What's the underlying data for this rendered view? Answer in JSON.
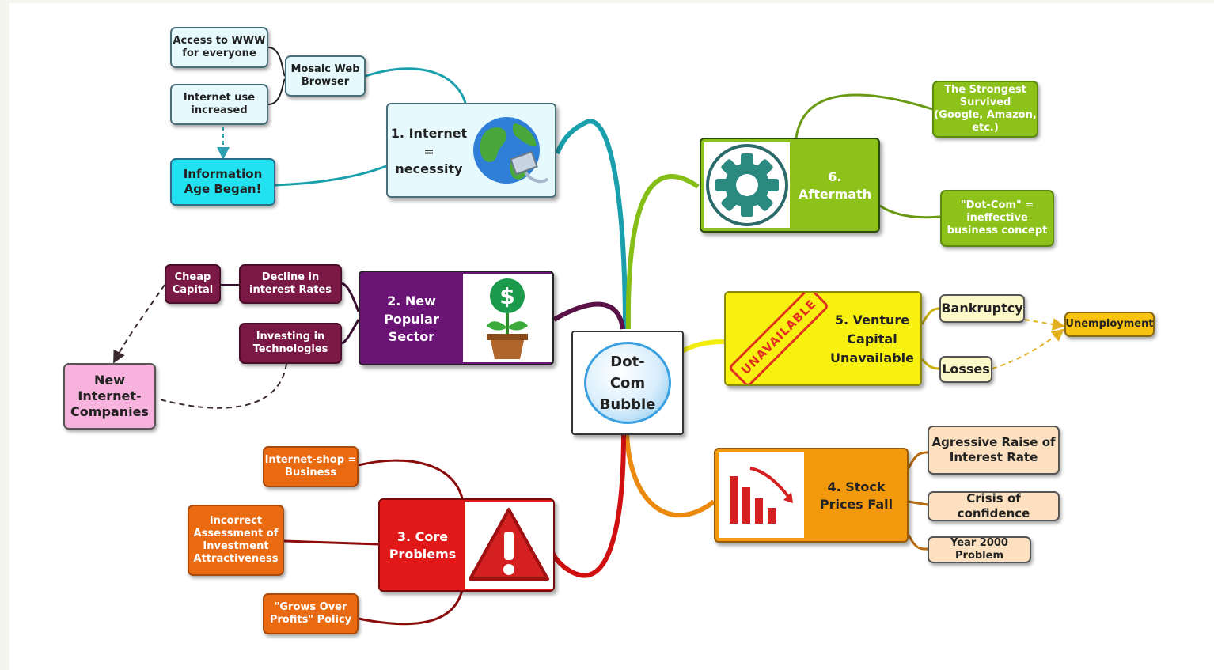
{
  "center": {
    "label": "Dot-Com Bubble"
  },
  "branches": {
    "internet": {
      "title": "1. Internet = necessity",
      "icon": "globe-icon",
      "children": {
        "mosaic": "Mosaic Web Browser",
        "access": "Access to WWW for everyone",
        "use": "Internet use increased",
        "info_age": "Information Age Began!"
      }
    },
    "sector": {
      "title": "2. New Popular Sector",
      "icon": "money-plant-icon",
      "children": {
        "decline": "Decline in interest Rates",
        "cheap": "Cheap Capital",
        "investing": "Investing in Technologies",
        "new_companies": "New Internet-Companies"
      }
    },
    "core": {
      "title": "3. Core Problems",
      "icon": "warning-icon",
      "children": {
        "shop": "Internet-shop = Business",
        "incorrect": "Incorrect Assessment of Investment Attractiveness",
        "grows": "\"Grows Over Profits\" Policy"
      }
    },
    "stock": {
      "title": "4. Stock Prices Fall",
      "icon": "falling-chart-icon",
      "children": {
        "raise": "Agressive Raise of Interest Rate",
        "crisis": "Crisis of confidence",
        "y2k": "Year 2000 Problem"
      }
    },
    "venture": {
      "title": "5. Venture Capital Unavailable",
      "stamp": "UNAVAILABLE",
      "children": {
        "bankruptcy": "Bankruptcy",
        "losses": "Losses",
        "unemployment": "Unemployment"
      }
    },
    "aftermath": {
      "title": "6. Aftermath",
      "icon": "gear-icon",
      "children": {
        "strongest": "The Strongest Survived (Google, Amazon, etc.)",
        "dotcom": "\"Dot-Com\" = ineffective business concept"
      }
    }
  },
  "colors": {
    "internet": "#1aa0ad",
    "sector": "#5a1248",
    "core": "#d01010",
    "stock": "#ec8a10",
    "venture": "#f2ec10",
    "aftermath": "#86be18"
  }
}
